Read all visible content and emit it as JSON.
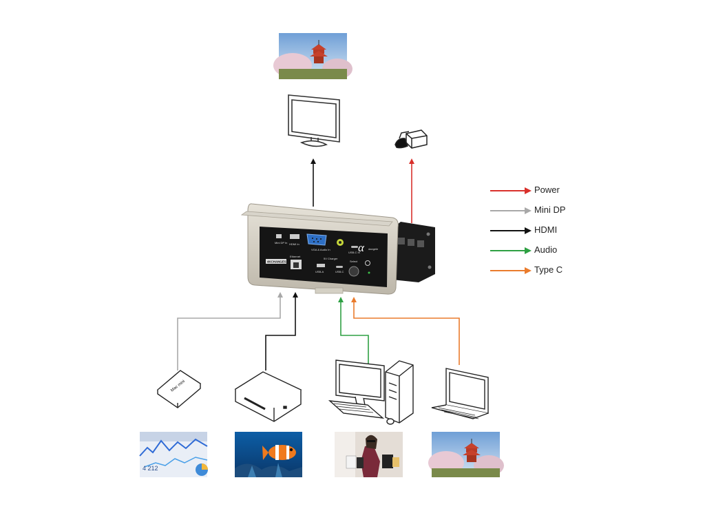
{
  "legend": [
    {
      "label": "Power",
      "color": "#d9302b"
    },
    {
      "label": "Mini DP",
      "color": "#a8a8a8"
    },
    {
      "label": "HDMI",
      "color": "#111111"
    },
    {
      "label": "Audio",
      "color": "#2ea043"
    },
    {
      "label": "Type C",
      "color": "#ea7b2c"
    }
  ],
  "device": {
    "port_labels": [
      "Mini DP In",
      "HDMI In",
      "VGA & Audio In",
      "USB-C In",
      "Ethernet",
      "USB-A",
      "5V Charger",
      "USB-C",
      "Select"
    ],
    "brand_mark": "α",
    "brand_word": "dangele",
    "model_badge": "4KCHANGES"
  },
  "sources": {
    "mac_mini_label": "Mac mini"
  },
  "photo_number": "4 212"
}
